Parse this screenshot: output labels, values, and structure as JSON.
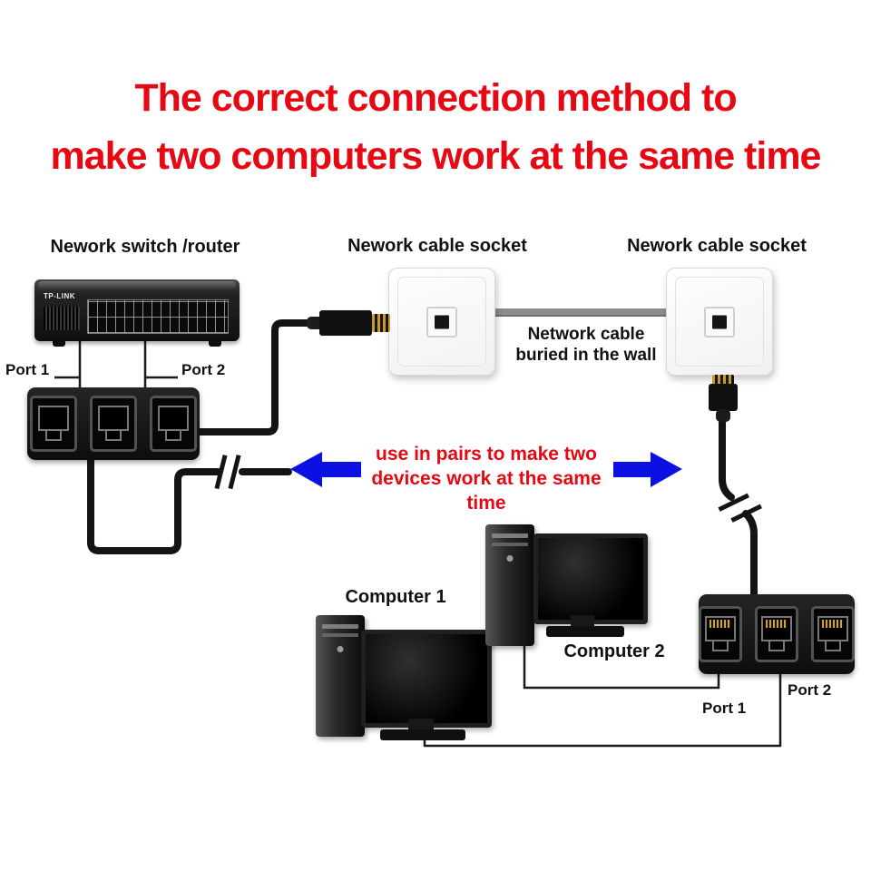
{
  "title": {
    "line1": "The correct connection method to",
    "line2": "make two computers work at the same time"
  },
  "switch": {
    "label": "Nework switch /router",
    "brand": "TP-LINK"
  },
  "sockets": {
    "left": "Nework cable socket",
    "right": "Nework cable socket"
  },
  "wall_note": {
    "line1": "Network cable",
    "line2": "buried in the wall"
  },
  "pair_note": {
    "line1": "use in pairs to make two",
    "line2": "devices work at the same time"
  },
  "splitter_left": {
    "port1": "Port 1",
    "port2": "Port 2"
  },
  "splitter_right": {
    "port1": "Port 1",
    "port2": "Port 2"
  },
  "computers": {
    "c1": "Computer 1",
    "c2": "Computer 2"
  },
  "colors": {
    "title_red": "#e60813",
    "note_red": "#e60813",
    "arrow_blue": "#0b10e3",
    "cable_black": "#141414",
    "in_wall_cable_gray": "#8d8d8d"
  }
}
